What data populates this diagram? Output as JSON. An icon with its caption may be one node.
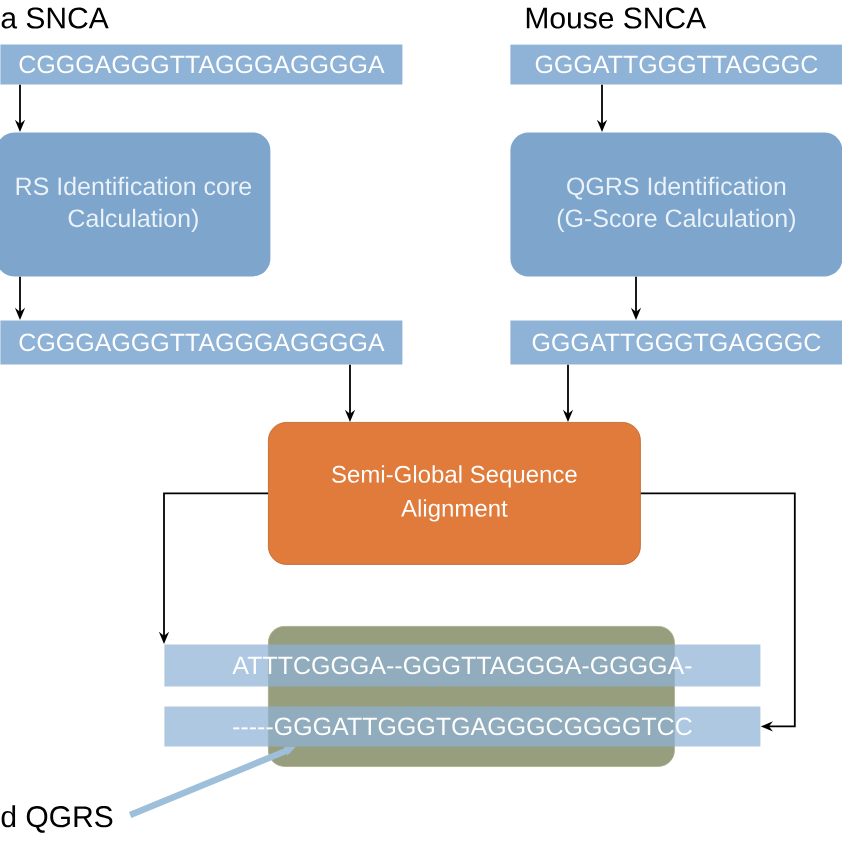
{
  "diagram": {
    "nodes": [
      {
        "text": [
          "CGGGAGGGTTAGGGAGGGGA"
        ],
        "beside": [
          "a SNCA"
        ]
      },
      {
        "text": [
          "GGGATTGGGTTAGGGC"
        ],
        "beside": [
          "Mouse SNCA"
        ]
      },
      {
        "text": [
          "RS Identification core Calculation)"
        ]
      },
      {
        "text": [
          "QGRS Identification (G-Score Calculation)"
        ]
      },
      {
        "text": [
          "CGGGAGGGTTAGGGAGGGGA"
        ]
      },
      {
        "text": [
          "GGGATTGGGTGAGGGC"
        ]
      },
      {
        "text": [
          "Semi-Global Sequence Alignment"
        ]
      },
      {
        "text": [
          "ATTTCGGGA--GGGTTAGGGA-GGGGA-"
        ]
      },
      {
        "text": [
          "-----GGGATTGGGTGAGGGCGGGGTCC"
        ]
      },
      {
        "text": [],
        "shape": "box"
      },
      {
        "text": [
          "d QGRS"
        ]
      }
    ],
    "edges": [
      {
        "from": 0,
        "to": 2,
        "arrow": "to"
      },
      {
        "from": 2,
        "to": 4,
        "arrow": "to"
      },
      {
        "from": 1,
        "to": 3,
        "arrow": "to"
      },
      {
        "from": 3,
        "to": 5,
        "arrow": "to"
      },
      {
        "from": 4,
        "to": 6,
        "arrow": "to"
      },
      {
        "from": 5,
        "to": 6,
        "arrow": "to"
      },
      {
        "from": 6,
        "to": 7,
        "arrow": "to"
      },
      {
        "from": 6,
        "to": 8,
        "arrow": "to"
      },
      {
        "from": 10,
        "to": 9,
        "arrow": "to",
        "style": "thick",
        "color": "#9dbfd9"
      }
    ]
  }
}
